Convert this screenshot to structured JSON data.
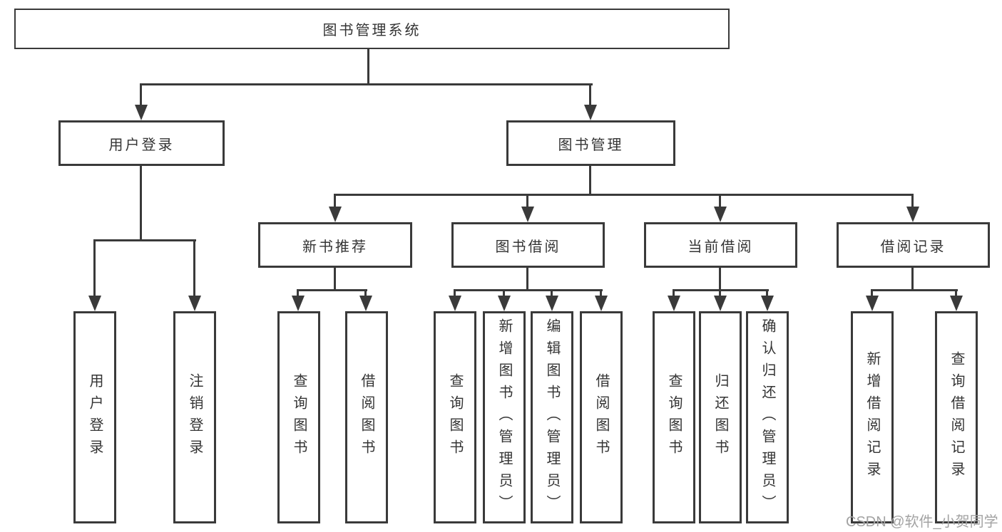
{
  "nodes": {
    "root": "图书管理系统",
    "user_login": "用户登录",
    "book_mgmt": "图书管理",
    "new_book_rec": "新书推荐",
    "book_borrow": "图书借阅",
    "current_borrow": "当前借阅",
    "borrow_records": "借阅记录",
    "leaves": {
      "login": [
        "用户登录",
        "注销登录"
      ],
      "rec": [
        "查询图书",
        "借阅图书"
      ],
      "borrow": [
        "查询图书",
        "新增图书（管理员）",
        "编辑图书（管理员）",
        "借阅图书"
      ],
      "current": [
        "查询图书",
        "归还图书",
        "确认归还（管理员）"
      ],
      "records": [
        "新增借阅记录",
        "查询借阅记录"
      ]
    }
  },
  "watermark": "CSDN @软件_小贺同学",
  "colors": {
    "line": "#3a3a3a",
    "text": "#343434",
    "watermark": "#a3a3a3",
    "background": "#ffffff"
  }
}
